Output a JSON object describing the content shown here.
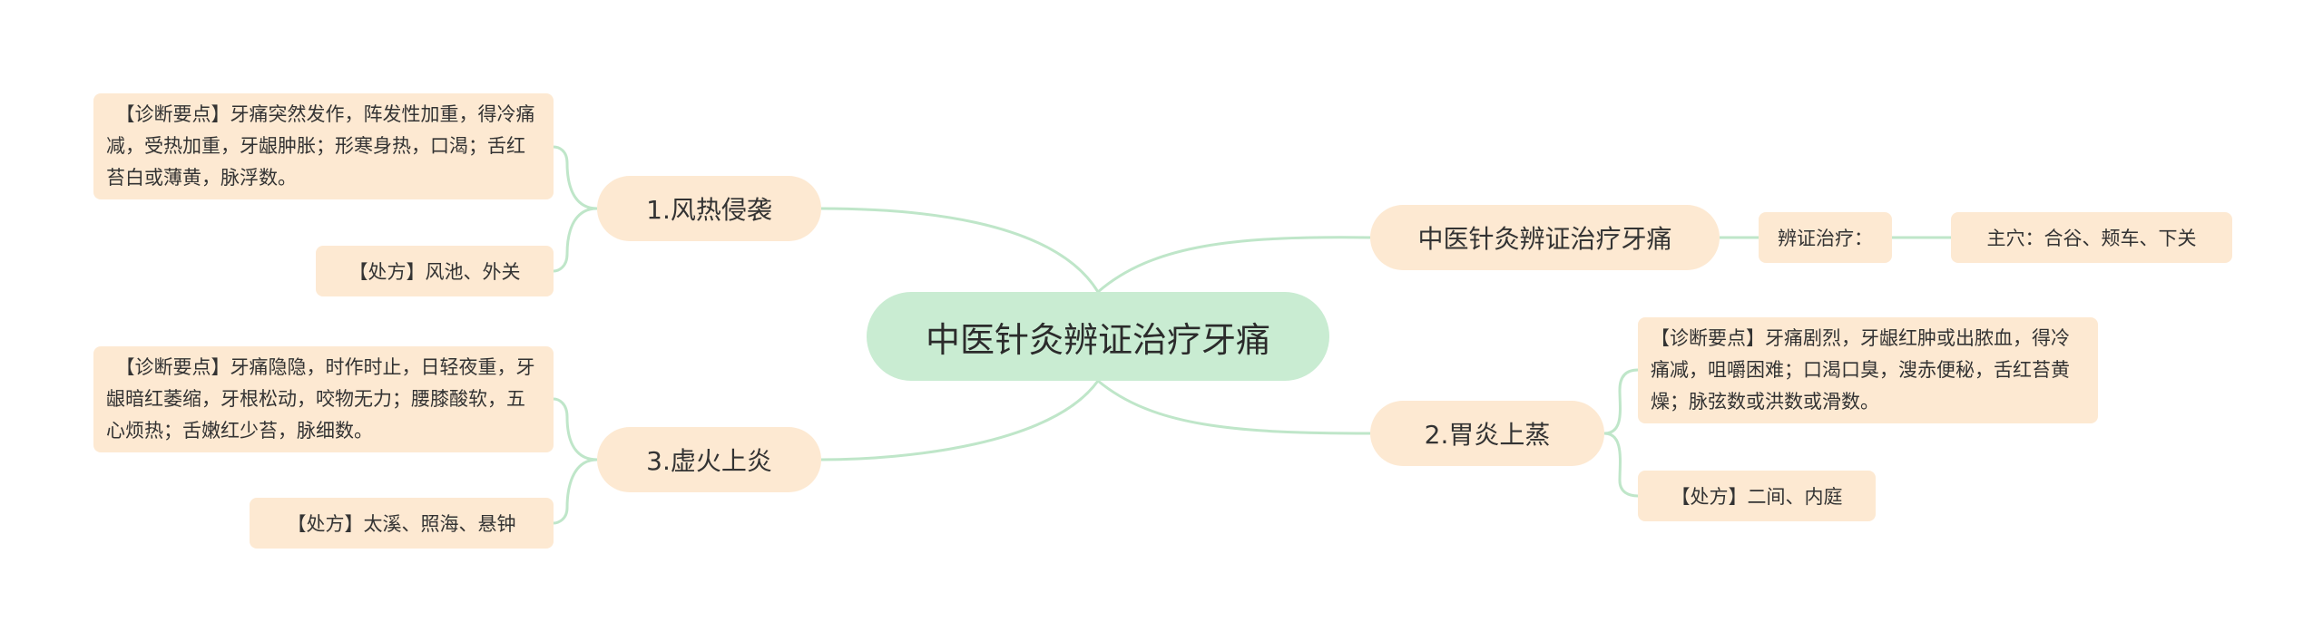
{
  "root": {
    "label": "中医针灸辨证治疗牙痛"
  },
  "branches": {
    "fengre": {
      "label": "1.风热侵袭",
      "diagnosis": "　【诊断要点】牙痛突然发作，阵发性加重，得冷痛减，受热加重，牙龈肿胀；形寒身热，口渴；舌红苔白或薄黄，脉浮数。",
      "prescription": "【处方】风池、外关"
    },
    "xuhuo": {
      "label": "3.虚火上炎",
      "diagnosis": "　【诊断要点】牙痛隐隐，时作时止，日轻夜重，牙龈暗红萎缩，牙根松动，咬物无力；腰膝酸软，五心烦热；舌嫩红少苔，脉细数。",
      "prescription": "【处方】太溪、照海、悬钟"
    },
    "title_branch": {
      "label": "中医针灸辨证治疗牙痛",
      "sub": "辨证治疗：",
      "leaf": "主穴：合谷、颊车、下关"
    },
    "weiyan": {
      "label": "2.胃炎上蒸",
      "diagnosis": "【诊断要点】牙痛剧烈，牙龈红肿或出脓血，得冷痛减，咀嚼困难；口渴口臭，溲赤便秘，舌红苔黄燥；脉弦数或洪数或滑数。",
      "prescription": "【处方】二间、内庭"
    }
  },
  "colors": {
    "root_fill": "#c9ecd2",
    "node_fill": "#fde9d2",
    "link": "#bfe6c9"
  }
}
